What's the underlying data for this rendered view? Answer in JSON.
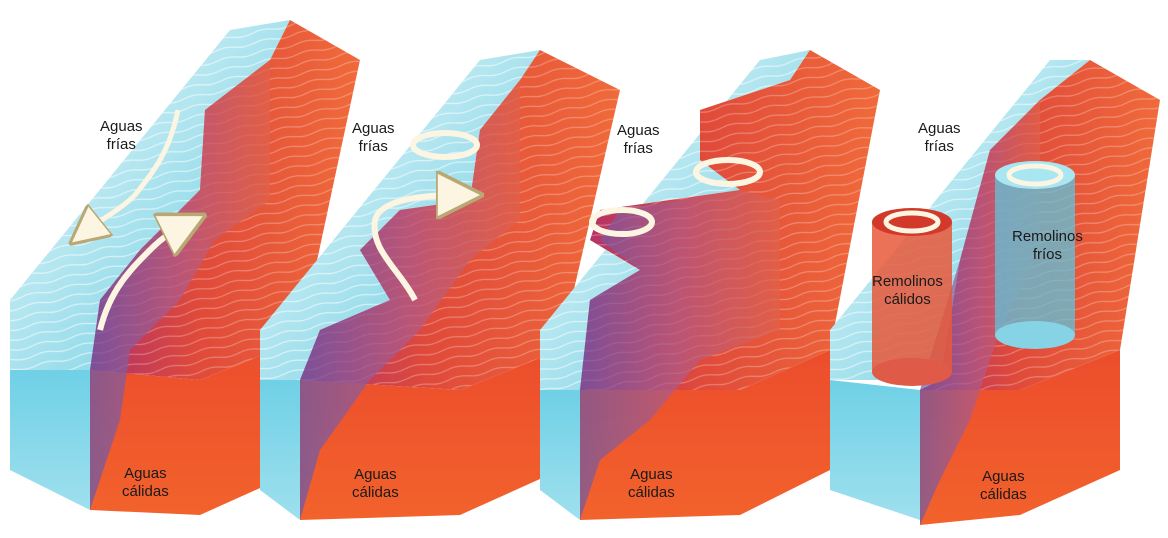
{
  "panels": [
    {
      "top_label": {
        "line1": "Aguas",
        "line2": "frías"
      },
      "bottom_label": {
        "line1": "Aguas",
        "line2": "cálidas"
      }
    },
    {
      "top_label": {
        "line1": "Aguas",
        "line2": "frías"
      },
      "bottom_label": {
        "line1": "Aguas",
        "line2": "cálidas"
      }
    },
    {
      "top_label": {
        "line1": "Aguas",
        "line2": "frías"
      },
      "bottom_label": {
        "line1": "Aguas",
        "line2": "cálidas"
      }
    },
    {
      "top_label": {
        "line1": "Aguas",
        "line2": "frías"
      },
      "bottom_label": {
        "line1": "Aguas",
        "line2": "cálidas"
      },
      "warm_eddy_label": {
        "line1": "Remolinos",
        "line2": "cálidos"
      },
      "cold_eddy_label": {
        "line1": "Remolinos",
        "line2": "fríos"
      }
    }
  ],
  "colors": {
    "cold_water": "#7fd8ea",
    "cold_water_light": "#dff5f8",
    "warm_water": "#e8452a",
    "warm_water_deep": "#c0362e",
    "front_purple": "#8a4a9a",
    "arrow_fill": "#fbf5e2"
  }
}
